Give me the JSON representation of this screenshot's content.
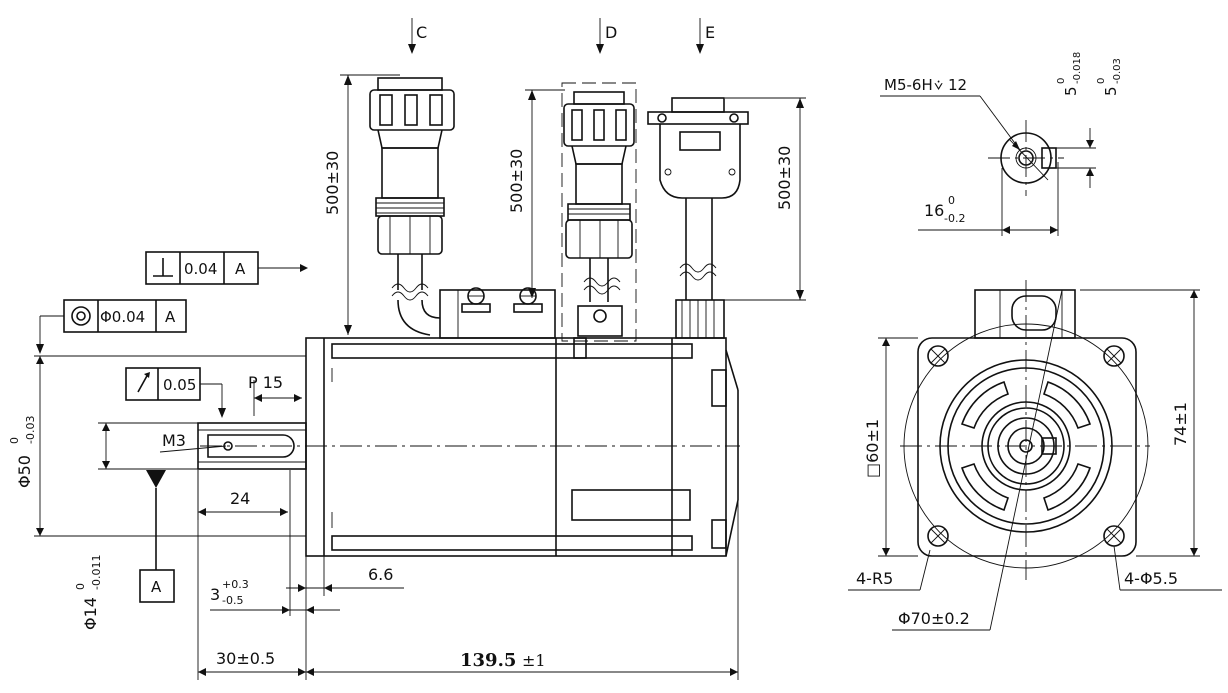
{
  "views": {
    "section_c": "C",
    "section_d": "D",
    "section_e": "E"
  },
  "dimensions": {
    "cable_c": "500±30",
    "cable_d": "500±30",
    "cable_e": "500±30",
    "p15": "P 15",
    "m3": "M3",
    "key_len": "24",
    "d66": "6.6",
    "pilot": "30±0.5",
    "total_len": "139.5",
    "total_tol": "±1",
    "flange_sq": "□60±1",
    "flange_diag": "74±1",
    "r5": "4-R5",
    "holes": "4-Φ5.5",
    "pcd": "Φ70±0.2",
    "m5": "M5-6H",
    "m5_depth": "12",
    "d16": "16",
    "d16_tol": "-0.2",
    "d16_up": "0",
    "key_w1": "5",
    "key_w1_tol_up": "0",
    "key_w1_tol_low": "-0.018",
    "key_w2": "5",
    "key_w2_tol_up": "0",
    "key_w2_tol_low": "-0.03",
    "d50": "Φ50",
    "d50_up": "0",
    "d50_low": "-0.03",
    "d14": "Φ14",
    "d14_up": "0",
    "d14_low": "-0.011",
    "d3": "3",
    "d3_up": "+0.3",
    "d3_low": "-0.5"
  },
  "tolerances": {
    "perp_val": "0.04",
    "perp_ref": "A",
    "conc_val": "Φ0.04",
    "conc_ref": "A",
    "runout_val": "0.05",
    "datum": "A"
  }
}
